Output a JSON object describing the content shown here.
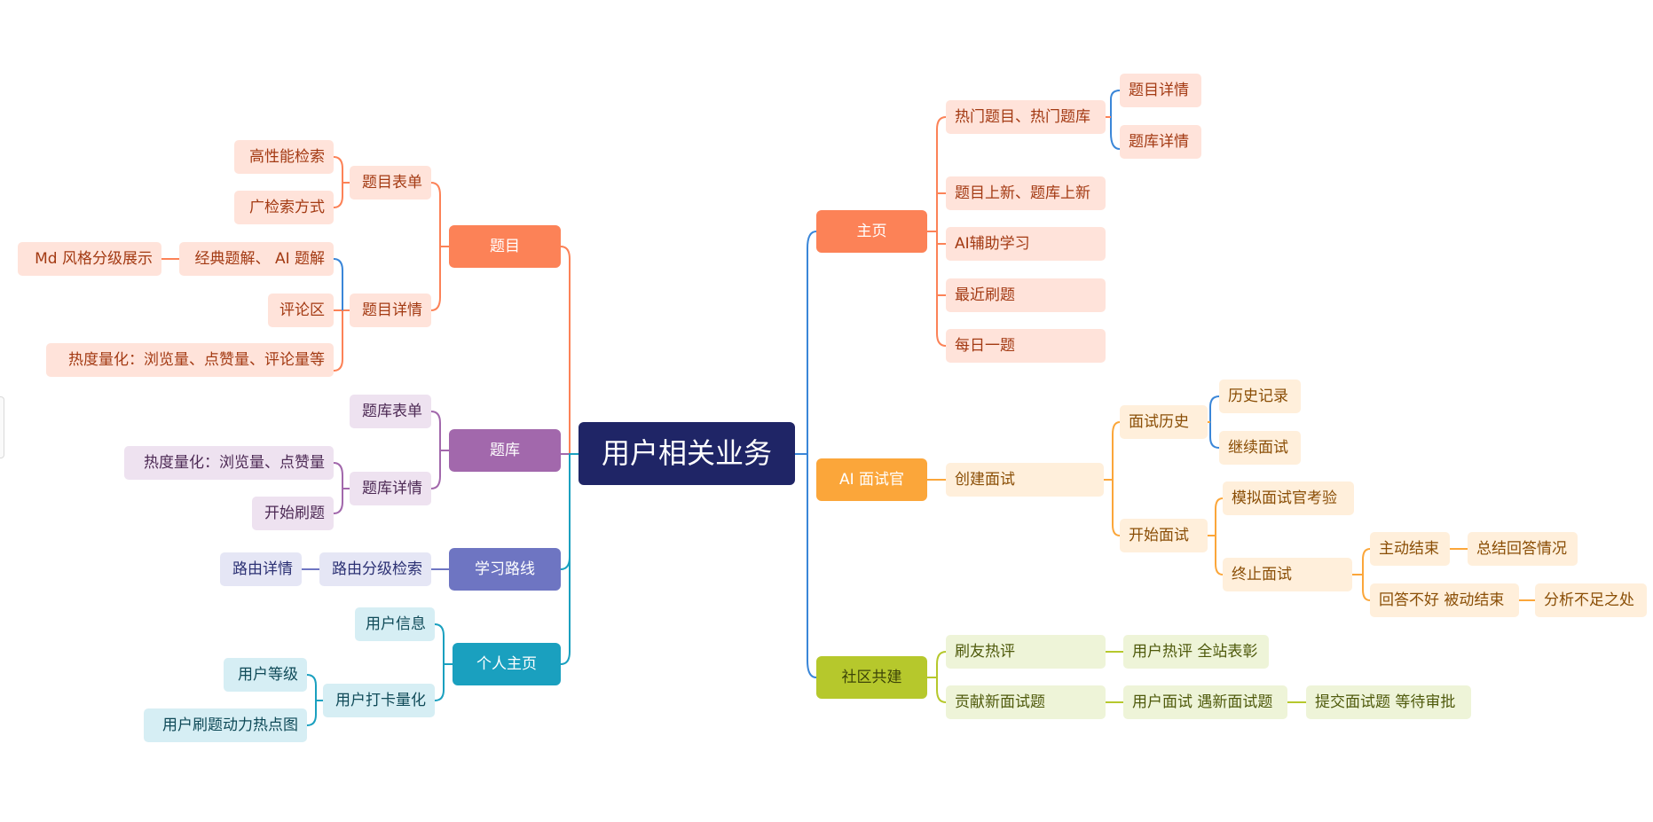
{
  "root": "用户相关业务",
  "branches": {
    "home": {
      "label": "主页",
      "children": {
        "hot": "热门题目、热门题库",
        "hot_question_detail": "题目详情",
        "hot_bank_detail": "题库详情",
        "new": "题目上新、题库上新",
        "ai_learn": "AI辅助学习",
        "recent": "最近刷题",
        "daily": "每日一题"
      }
    },
    "ai": {
      "label": "AI 面试官",
      "children": {
        "create": "创建面试",
        "history": "面试历史",
        "history_record": "历史记录",
        "continue": "继续面试",
        "start": "开始面试",
        "mock": "模拟面试官考验",
        "stop": "终止面试",
        "active_end": "主动结束",
        "summary": "总结回答情况",
        "passive_end": "回答不好 被动结束",
        "analysis": "分析不足之处"
      }
    },
    "community": {
      "label": "社区共建",
      "children": {
        "review": "刷友热评",
        "review_child": "用户热评 全站表彰",
        "contribute": "贡献新面试题",
        "contribute_child": "用户面试 遇新面试题",
        "submit": "提交面试题 等待审批"
      }
    },
    "question": {
      "label": "题目",
      "children": {
        "form": "题目表单",
        "perf_search": "高性能检索",
        "wide_search": "广检索方式",
        "detail": "题目详情",
        "classic": "经典题解、 AI 题解",
        "md": "Md 风格分级展示",
        "comments": "评论区",
        "heat": "热度量化：浏览量、点赞量、评论量等"
      }
    },
    "bank": {
      "label": "题库",
      "children": {
        "form": "题库表单",
        "detail": "题库详情",
        "heat": "热度量化：浏览量、点赞量",
        "start": "开始刷题"
      }
    },
    "path": {
      "label": "学习路线",
      "children": {
        "route_search": "路由分级检索",
        "route_detail": "路由详情"
      }
    },
    "profile": {
      "label": "个人主页",
      "children": {
        "info": "用户信息",
        "checkin": "用户打卡量化",
        "level": "用户等级",
        "heatmap": "用户刷题动力热点图"
      }
    }
  },
  "colors": {
    "root": "#1f2566",
    "home": "#fc8257",
    "home_light": "#ffe3da",
    "home_text": "#a33a13",
    "ai": "#fba63a",
    "ai_light": "#ffefdb",
    "ai_text": "#8a4e06",
    "community": "#b6c82c",
    "community_light": "#eef4d8",
    "community_text": "#4f5a0c",
    "question": "#fc8257",
    "question_light": "#ffe3da",
    "question_text": "#a33a13",
    "bank": "#a268ac",
    "bank_light": "#eee2f0",
    "bank_text": "#4d2a55",
    "path": "#6e75c2",
    "path_light": "#e5e6f5",
    "path_text": "#2c3174",
    "profile": "#1aa0bf",
    "profile_light": "#d6eef4",
    "profile_text": "#0f4a58",
    "line_blue": "#3a86d8",
    "line_teal": "#1aa0bf"
  }
}
